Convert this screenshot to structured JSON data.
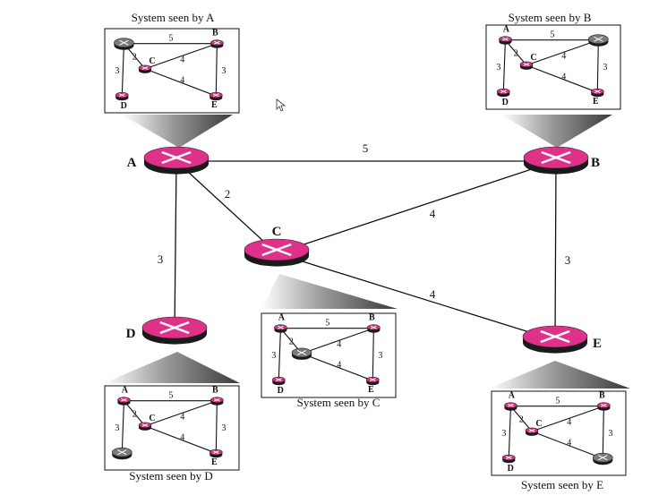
{
  "nodes": [
    {
      "id": "A",
      "label": "A"
    },
    {
      "id": "B",
      "label": "B"
    },
    {
      "id": "C",
      "label": "C"
    },
    {
      "id": "D",
      "label": "D"
    },
    {
      "id": "E",
      "label": "E"
    }
  ],
  "edges": [
    {
      "from": "A",
      "to": "B",
      "weight": "5"
    },
    {
      "from": "A",
      "to": "C",
      "weight": "2"
    },
    {
      "from": "A",
      "to": "D",
      "weight": "3"
    },
    {
      "from": "C",
      "to": "B",
      "weight": "4"
    },
    {
      "from": "C",
      "to": "E",
      "weight": "4"
    },
    {
      "from": "B",
      "to": "E",
      "weight": "3"
    }
  ],
  "views": [
    {
      "id": "A",
      "caption": "System seen by A",
      "self": "A"
    },
    {
      "id": "B",
      "caption": "System seen by B",
      "self": "B"
    },
    {
      "id": "C",
      "caption": "System seen by C",
      "self": "C"
    },
    {
      "id": "D",
      "caption": "System seen by D",
      "self": "D"
    },
    {
      "id": "E",
      "caption": "System seen by E",
      "self": "E"
    }
  ],
  "colors": {
    "router": "#e0318a",
    "router_dark": "#1a1a1a",
    "self_router": "#7a7a7a",
    "mini_router": "#d6307f"
  }
}
